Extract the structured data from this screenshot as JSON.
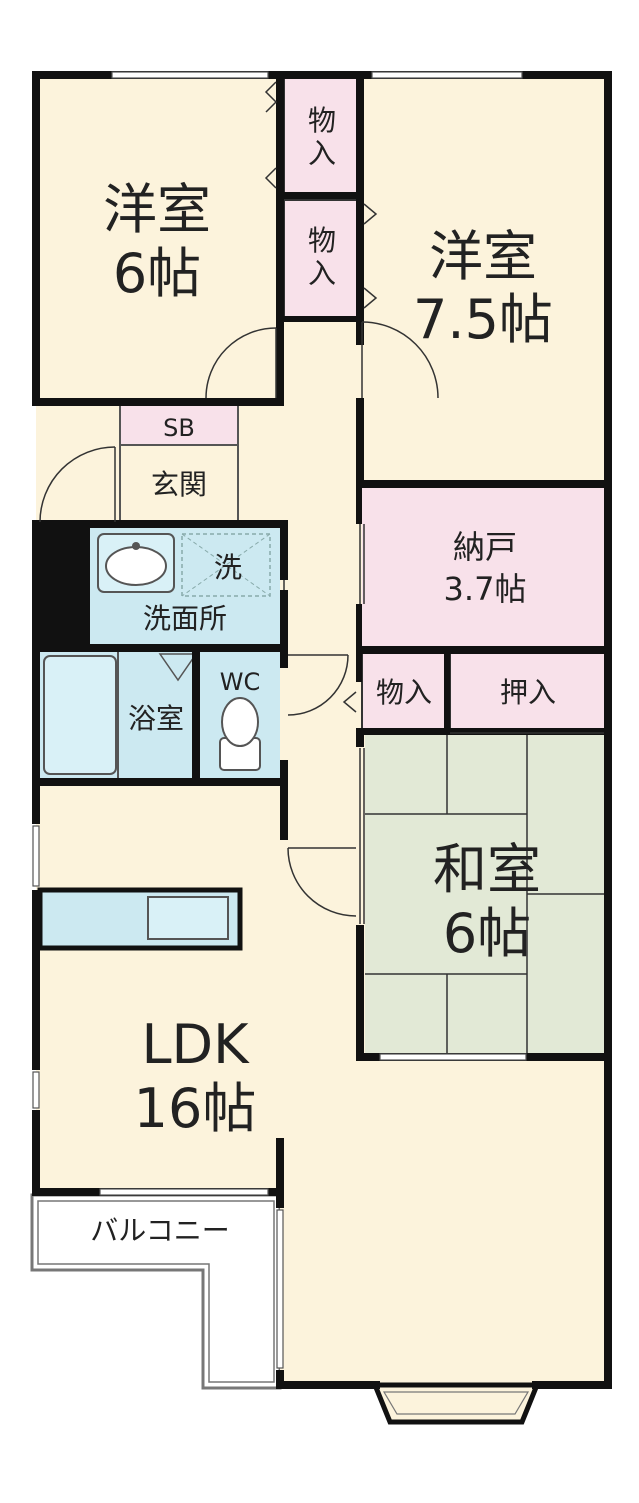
{
  "colors": {
    "wall": "#111111",
    "room": "#fcf3dc",
    "storage": "#f8e1ea",
    "water": "#cce9f1",
    "tatami": "#e2e9d6",
    "outline": "#555555",
    "text": "#222222"
  },
  "rooms": {
    "western_a": {
      "name": "洋室",
      "size": "6帖"
    },
    "western_b": {
      "name": "洋室",
      "size": "7.5帖"
    },
    "closet_1": {
      "name_line1": "物",
      "name_line2": "入"
    },
    "closet_2": {
      "name_line1": "物",
      "name_line2": "入"
    },
    "shoe_box": {
      "name": "SB"
    },
    "entrance": {
      "name": "玄関"
    },
    "washer": {
      "name": "洗"
    },
    "washroom": {
      "name": "洗面所"
    },
    "storeroom": {
      "name": "納戸",
      "size": "3.7帖"
    },
    "closet_3": {
      "name": "物入"
    },
    "oshiire": {
      "name": "押入"
    },
    "bath": {
      "name": "浴室"
    },
    "toilet": {
      "name": "WC"
    },
    "japanese": {
      "name": "和室",
      "size": "6帖"
    },
    "ldk": {
      "name": "LDK",
      "size": "16帖"
    },
    "balcony": {
      "name": "バルコニー"
    }
  }
}
